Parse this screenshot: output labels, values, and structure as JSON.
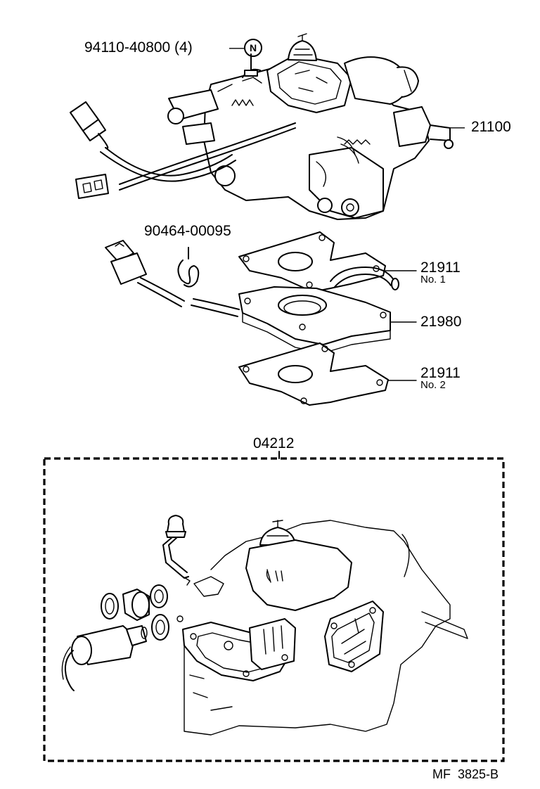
{
  "labels": {
    "bolt": "94110-40800 (4)",
    "bolt_badge": "N",
    "carburetor": "21100",
    "clip": "90464-00095",
    "gasket_top": "21911",
    "gasket_top_sub": "No. 1",
    "insulator": "21980",
    "gasket_bottom": "21911",
    "gasket_bottom_sub": "No. 2",
    "overhaul_kit": "04212",
    "footer_code": "MF  3825-B"
  }
}
